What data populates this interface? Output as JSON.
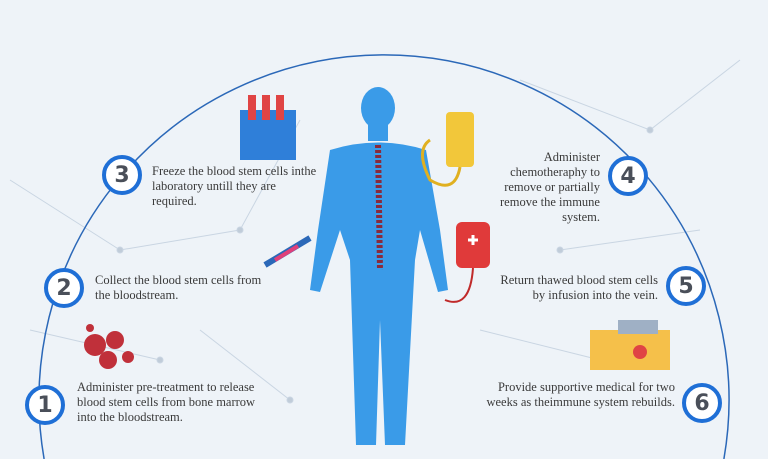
{
  "steps": [
    {
      "number": "1",
      "text": "Administer pre-treatment to release blood stem cells from bone marrow into the bloodstream."
    },
    {
      "number": "2",
      "text": "Collect the blood stem cells from the bloodstream."
    },
    {
      "number": "3",
      "text": "Freeze the blood stem cells inthe laboratory untill they are required."
    },
    {
      "number": "4",
      "text": "Administer chemotheraphy to remove or partially remove the immune system."
    },
    {
      "number": "5",
      "text": "Return thawed blood stem cells by infusion into the vein."
    },
    {
      "number": "6",
      "text": "Provide supportive medical for two weeks as theimmune system rebuilds."
    }
  ],
  "colors": {
    "accent": "#1f6fd6",
    "body": "#3a9be8",
    "background": "#eef3f8"
  }
}
